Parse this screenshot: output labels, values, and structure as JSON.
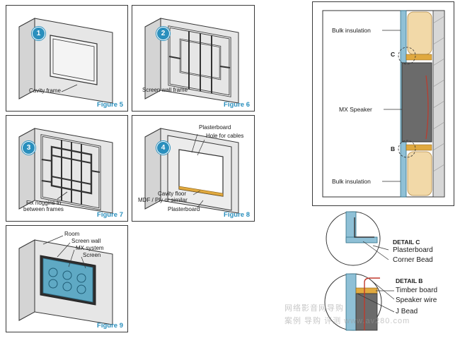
{
  "figures": [
    {
      "step": "1",
      "caption": "Figure 5",
      "labels": [
        "Cavity frame"
      ]
    },
    {
      "step": "2",
      "caption": "Figure 6",
      "labels": [
        "Screen wall frame"
      ]
    },
    {
      "step": "3",
      "caption": "Figure 7",
      "labels": [
        "Fix noggins in",
        "between frames"
      ]
    },
    {
      "step": "4",
      "caption": "Figure 8",
      "labels": [
        "Plasterboard",
        "Hole for cables",
        "Cavity floor",
        "MDF / Ply or similar",
        "Plasterboard"
      ]
    },
    {
      "step": "",
      "caption": "Figure 9",
      "labels": [
        "Room",
        "Screen wall",
        "MX system",
        "Screen"
      ]
    }
  ],
  "section": {
    "labels": [
      "Bulk insulation",
      "MX Speaker",
      "Bulk insulation"
    ],
    "markers": [
      "C",
      "B"
    ]
  },
  "details": [
    {
      "title": "DETAIL C",
      "labels": [
        "Plasterboard",
        "Corner Bead"
      ]
    },
    {
      "title": "DETAIL B",
      "labels": [
        "Timber board",
        "Speaker wire",
        "J Bead"
      ]
    }
  ],
  "watermark": [
    "网络影音网导购",
    "案例  导购  评测  www.av280.com"
  ],
  "colors": {
    "accent": "#2a8fbd",
    "wall": "#d9d9d9",
    "insulation": "#f2d9a8",
    "screen": "#5fa9c4",
    "speaker": "#6b6b6b"
  }
}
